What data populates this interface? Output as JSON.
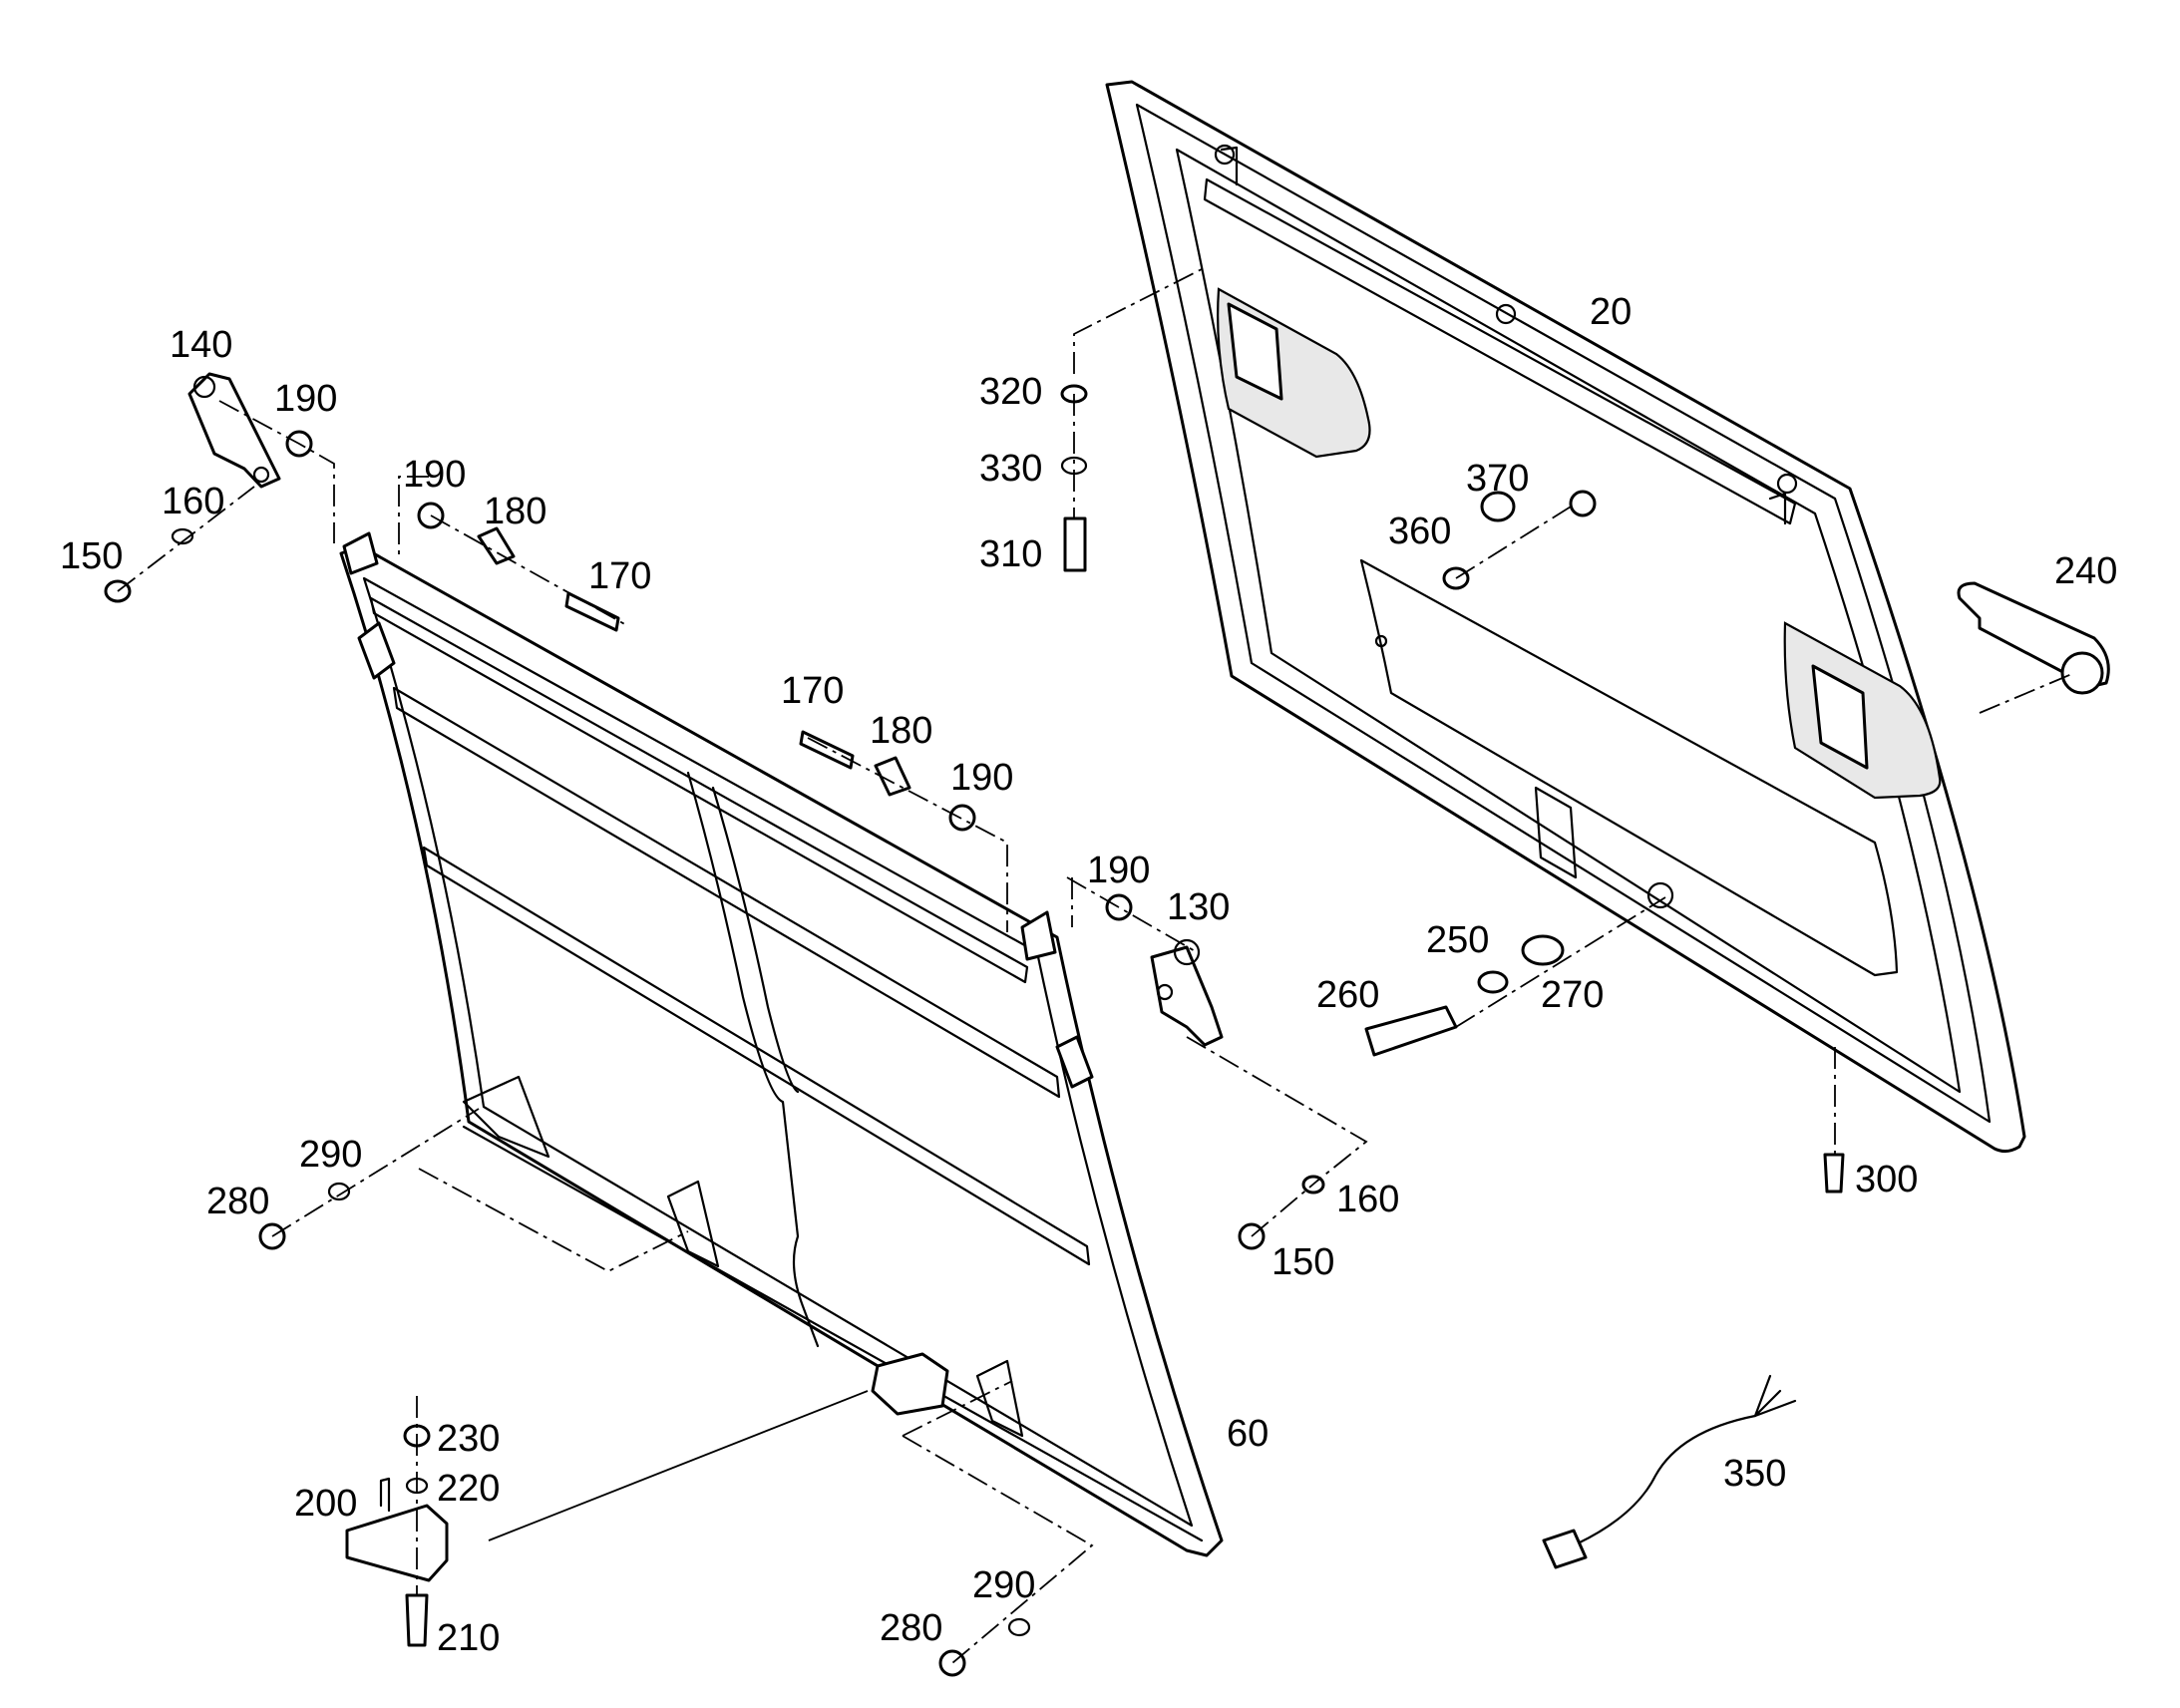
{
  "callouts": {
    "c20": "20",
    "c60": "60",
    "c130": "130",
    "c140": "140",
    "c150_left": "150",
    "c150_right": "150",
    "c160_left": "160",
    "c160_right": "160",
    "c170_top": "170",
    "c170_mid": "170",
    "c180_top": "180",
    "c180_mid": "180",
    "c190_a": "190",
    "c190_b": "190",
    "c190_c": "190",
    "c190_d": "190",
    "c200": "200",
    "c210": "210",
    "c220": "220",
    "c230": "230",
    "c240": "240",
    "c250": "250",
    "c260": "260",
    "c270": "270",
    "c280_left": "280",
    "c280_bottom": "280",
    "c290_left": "290",
    "c290_bottom": "290",
    "c300": "300",
    "c310": "310",
    "c320": "320",
    "c330": "330",
    "c350": "350",
    "c360": "360",
    "c370": "370"
  },
  "parts": {
    "outer_panel": "20",
    "inner_frame": "60",
    "hinge_right": "130",
    "hinge_left": "140",
    "handle": "240",
    "bracket": "200",
    "wire_harness": "350"
  }
}
